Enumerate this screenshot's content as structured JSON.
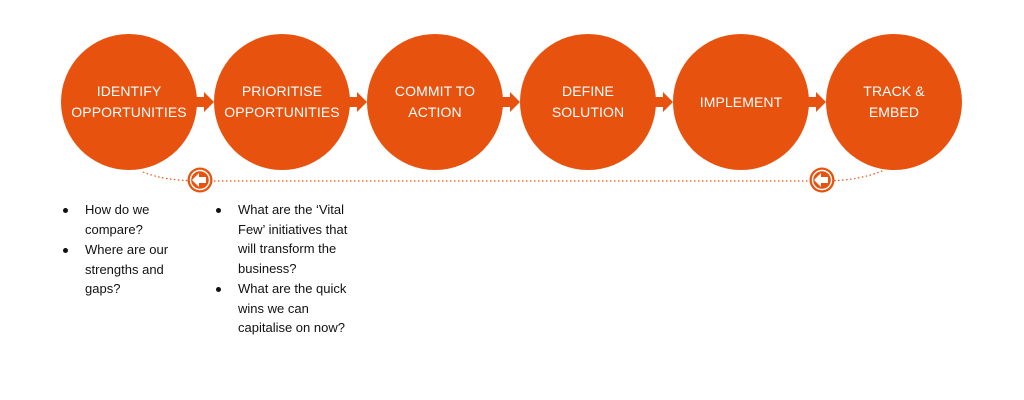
{
  "diagram": {
    "accent_color": "#e8520f",
    "stages": [
      {
        "label": "IDENTIFY\nOPPORTUNITIES"
      },
      {
        "label": "PRIORITISE\nOPPORTUNITIES"
      },
      {
        "label": "COMMIT TO\nACTION"
      },
      {
        "label": "DEFINE\nSOLUTION"
      },
      {
        "label": "IMPLEMENT"
      },
      {
        "label": "TRACK &\nEMBED"
      }
    ],
    "connectors": [
      "arrow-right-icon",
      "arrow-right-icon",
      "arrow-right-icon",
      "arrow-right-icon",
      "arrow-right-icon"
    ],
    "feedback_icons": [
      "arrow-left-circle-icon",
      "arrow-left-circle-icon"
    ],
    "notes": [
      {
        "items": [
          "How do we compare?",
          "Where are our strengths and gaps?"
        ]
      },
      {
        "items": [
          "What are the ‘Vital Few’ initiatives that will transform the business?",
          "What are the quick wins we can capitalise on now?"
        ]
      }
    ]
  }
}
